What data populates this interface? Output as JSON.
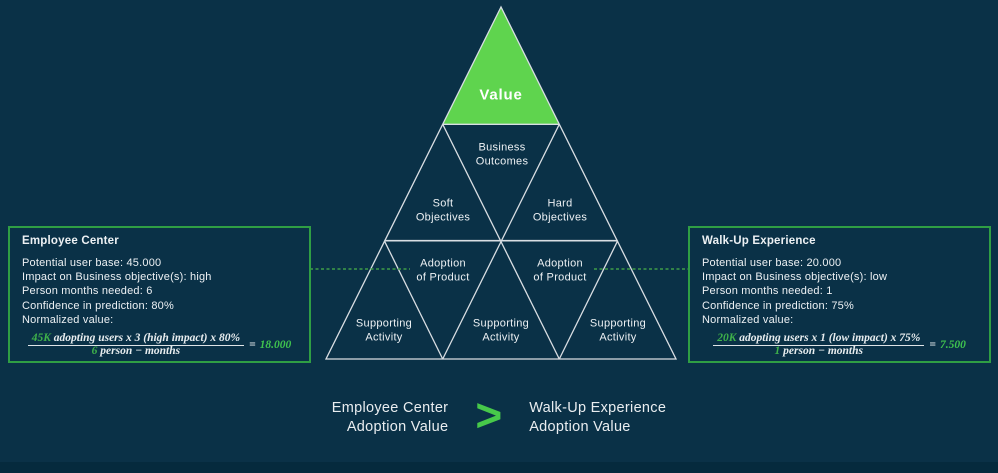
{
  "colors": {
    "background": "#0A3147",
    "bottom_bar": "#052A3D",
    "pyramid_line": "#D9DEE3",
    "value_triangle_fill": "#5FD44E",
    "box_border_green": "#2F9E44",
    "formula_highlight_green": "#3FB24A",
    "comparison_arrow_green": "#47C94A",
    "text": "#EDF1F4"
  },
  "pyramid": {
    "value": "Value",
    "business_outcomes": "Business\nOutcomes",
    "soft_objectives": "Soft\nObjectives",
    "hard_objectives": "Hard\nObjectives",
    "adoption_left": "Adoption\nof Product",
    "adoption_right": "Adoption\nof Product",
    "supporting_1": "Supporting\nActivity",
    "supporting_2": "Supporting\nActivity",
    "supporting_3": "Supporting\nActivity"
  },
  "left_box": {
    "title": "Employee Center",
    "lines": [
      "Potential user base: 45.000",
      "Impact on Business objective(s): high",
      "Person months needed: 6",
      "Confidence in prediction: 80%",
      "Normalized value:"
    ],
    "formula": {
      "numerator_highlight": "45K",
      "numerator_rest": " adopting users x 3 (high impact) x 80%",
      "denominator_highlight": "6",
      "denominator_rest": " person − months",
      "equals": "=",
      "result": "18.000"
    }
  },
  "right_box": {
    "title": "Walk-Up Experience",
    "lines": [
      "Potential user base: 20.000",
      "Impact on Business objective(s): low",
      "Person months needed: 1",
      "Confidence in prediction: 75%",
      "Normalized value:"
    ],
    "formula": {
      "numerator_highlight": "20K",
      "numerator_rest": " adopting users x 1 (low impact) x 75%",
      "denominator_highlight": "1",
      "denominator_rest": " person − months",
      "equals": "=",
      "result": "7.500"
    }
  },
  "comparison": {
    "left": "Employee Center\nAdoption Value",
    "operator": ">",
    "right": "Walk-Up Experience\nAdoption Value"
  }
}
